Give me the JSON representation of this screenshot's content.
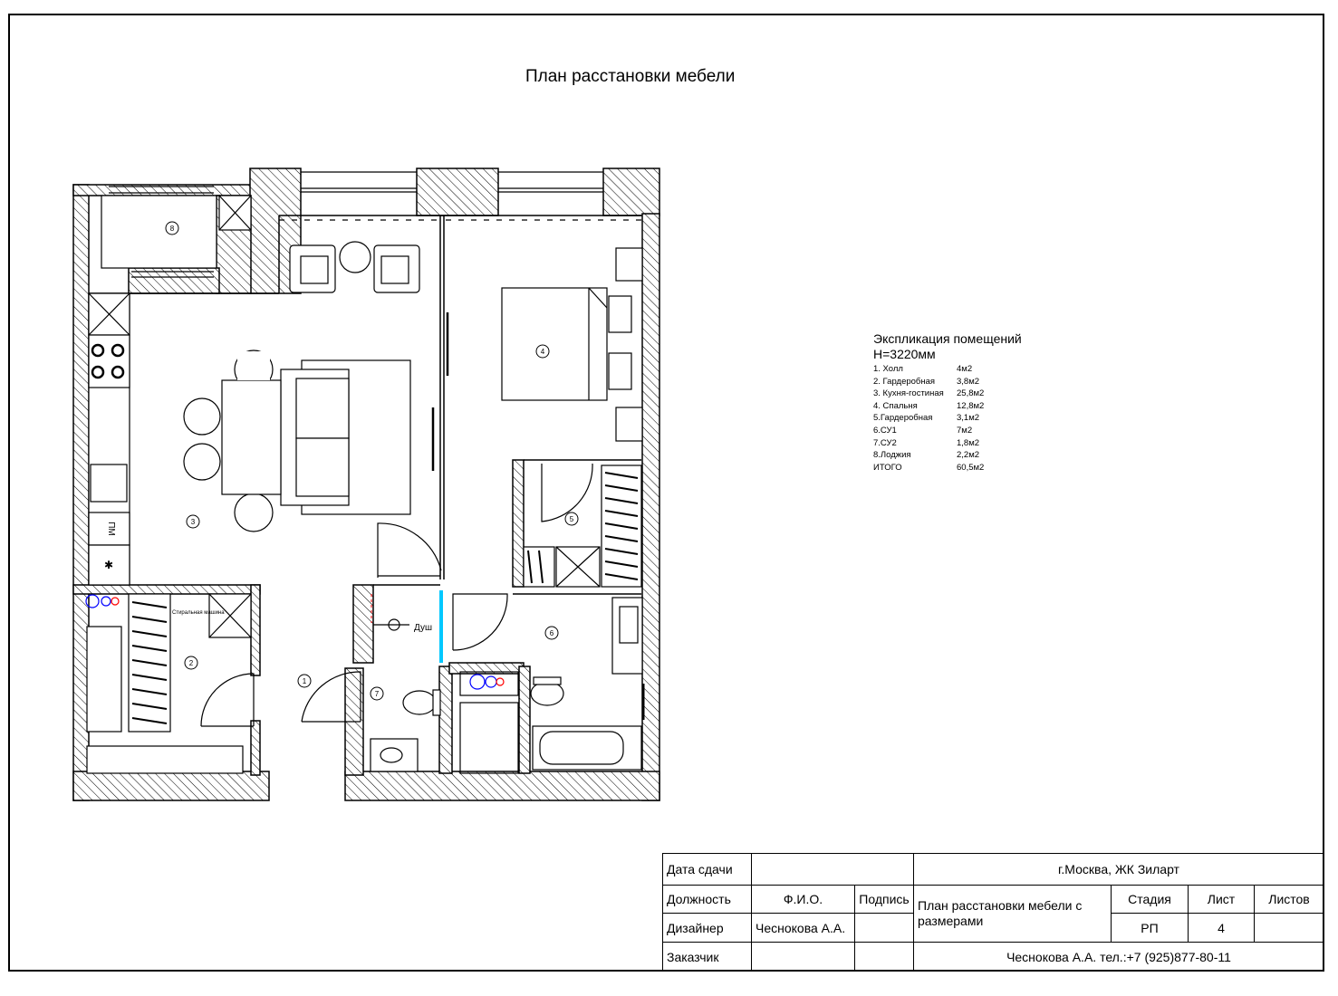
{
  "title": "План расстановки мебели",
  "rooms": [
    {
      "num": "1"
    },
    {
      "num": "2"
    },
    {
      "num": "3"
    },
    {
      "num": "4"
    },
    {
      "num": "5"
    },
    {
      "num": "6"
    },
    {
      "num": "7"
    },
    {
      "num": "8"
    }
  ],
  "plan_labels": {
    "shower": "Душ",
    "washer": "Стиральная машина",
    "dishwasher": "ПМ",
    "fridge_mark": "✱"
  },
  "explication": {
    "heading": "Экспликация помещений",
    "height": "H=3220мм",
    "rows": [
      {
        "name": "1. Холл",
        "area": "4м2"
      },
      {
        "name": "2. Гардеробная",
        "area": "3,8м2"
      },
      {
        "name": "3. Кухня-гостиная",
        "area": "25,8м2"
      },
      {
        "name": "4. Спальня",
        "area": "12,8м2"
      },
      {
        "name": "5.Гардеробная",
        "area": "3,1м2"
      },
      {
        "name": "6.СУ1",
        "area": "7м2"
      },
      {
        "name": "7.СУ2",
        "area": "1,8м2"
      },
      {
        "name": "8.Лоджия",
        "area": "2,2м2"
      },
      {
        "name": "ИТОГО",
        "area": "60,5м2"
      }
    ]
  },
  "stamp": {
    "date_label": "Дата сдачи",
    "position_label": "Должность",
    "fio_label": "Ф.И.О.",
    "sign_label": "Подпись",
    "designer_label": "Дизайнер",
    "designer_name": "Чеснокова А.А.",
    "client_label": "Заказчик",
    "address": "г.Москва, ЖК Зиларт",
    "sheet_title": "План расстановки мебели с размерами",
    "stage_label": "Стадия",
    "sheet_label": "Лист",
    "sheets_label": "Листов",
    "stage_value": "РП",
    "sheet_value": "4",
    "footer": "Чеснокова А.А. тел.:+7 (925)877-80-11"
  }
}
